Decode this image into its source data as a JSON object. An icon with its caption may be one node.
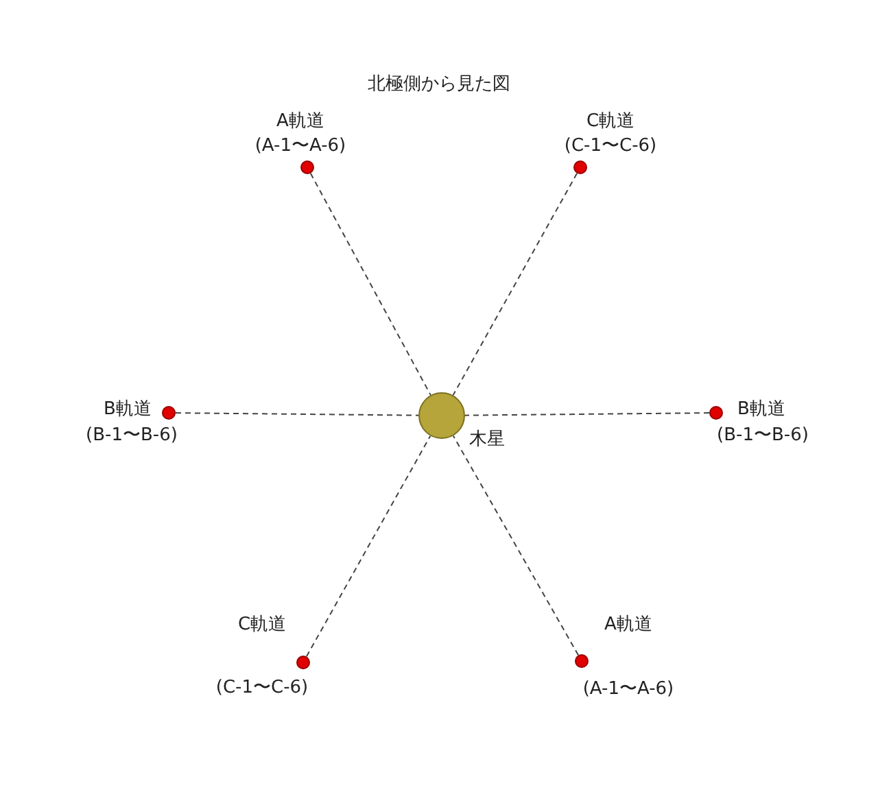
{
  "diagram": {
    "title": "北極側から見た図",
    "nodes": [
      {
        "text": [],
        "shape": "circle",
        "beside": [
          "木星"
        ]
      },
      {
        "text": [],
        "shape": "circle",
        "beside": [
          "A軌道",
          "(A-1〜A-6)"
        ]
      },
      {
        "text": [],
        "shape": "circle",
        "beside": [
          "C軌道",
          "(C-1〜C-6)"
        ]
      },
      {
        "text": [],
        "shape": "circle",
        "beside": [
          "B軌道",
          "(B-1〜B-6)"
        ]
      },
      {
        "text": [],
        "shape": "circle",
        "beside": [
          "B軌道",
          "(B-1〜B-6)"
        ]
      },
      {
        "text": [],
        "shape": "circle",
        "beside": [
          "C軌道",
          "(C-1〜C-6)"
        ]
      },
      {
        "text": [],
        "shape": "circle",
        "beside": [
          "A軌道",
          "(A-1〜A-6)"
        ]
      }
    ],
    "edges": [
      {
        "from": 1,
        "to": 0,
        "arrow": "none",
        "style": "dashed"
      },
      {
        "from": 2,
        "to": 0,
        "arrow": "none",
        "style": "dashed"
      },
      {
        "from": 3,
        "to": 0,
        "arrow": "none",
        "style": "dashed"
      },
      {
        "from": 4,
        "to": 0,
        "arrow": "none",
        "style": "dashed"
      },
      {
        "from": 5,
        "to": 0,
        "arrow": "none",
        "style": "dashed"
      },
      {
        "from": 6,
        "to": 0,
        "arrow": "none",
        "style": "dashed"
      }
    ]
  }
}
